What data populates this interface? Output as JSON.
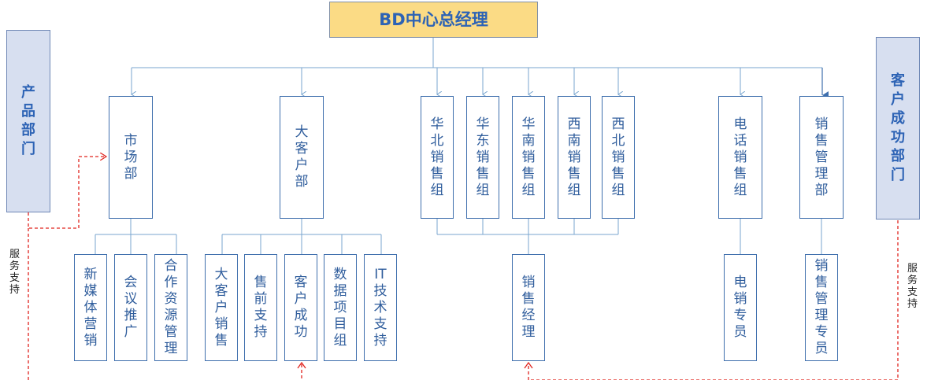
{
  "org_chart": {
    "ceo": "BD中心总经理",
    "product_dept": "产品部门",
    "customer_success_dept": "客户成功部门",
    "service_support_left": "服务支持",
    "service_support_right": "服务支持",
    "departments": {
      "marketing": "市场部",
      "key_accounts": "大客户部",
      "north_china": "华北销售组",
      "east_china": "华东销售组",
      "south_china": "华南销售组",
      "southwest": "西南销售组",
      "northwest": "西北销售组",
      "telesales": "电话销售组",
      "sales_mgmt": "销售管理部"
    },
    "teams": {
      "new_media": "新媒体营销",
      "conference": "会议推广",
      "partnership": "合作资源管理",
      "ka_sales": "大客户销售",
      "presales": "售前支持",
      "customer_success": "客户成功",
      "data_project": "数据项目组",
      "it_support": "IT技术支持",
      "sales_manager": "销售经理",
      "tele_specialist": "电销专员",
      "sales_mgmt_specialist": "销售管理专员"
    }
  },
  "colors": {
    "connector": "#7aa6cf",
    "dashed": "#e0241e",
    "box_border": "#3f6fad",
    "ceo_fill": "#fbdb85",
    "side_fill": "#d7dff0"
  }
}
